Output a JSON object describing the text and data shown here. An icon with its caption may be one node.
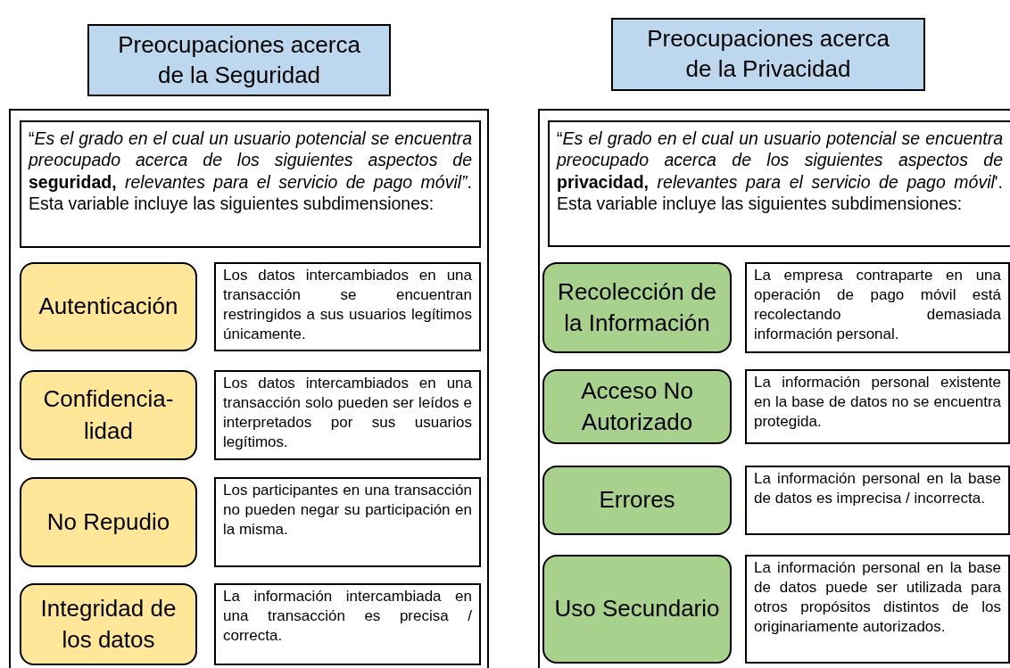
{
  "diagram": {
    "nodes": [
      {
        "text": [
          "Preocupaciones acerca de la Seguridad"
        ]
      },
      {
        "text": [],
        "shape": "box"
      },
      {
        "text": [
          "“*Es el grado en el cual un usuario potencial se encuentra preocupado acerca de los siguientes aspectos de* **seguridad,** *relevantes para el servicio de pago móvil”*. Esta variable incluye las siguientes subdimensiones:"
        ],
        "in": 1
      },
      {
        "text": [
          "Autenticación"
        ],
        "in": 1
      },
      {
        "text": [
          "Los datos intercambiados en una transacción se encuentran restringidos a sus usuarios legítimos únicamente."
        ],
        "in": 1
      },
      {
        "text": [
          "Confidencia- lidad"
        ],
        "in": 1
      },
      {
        "text": [
          "Los datos intercambiados en una transacción solo pueden ser leídos e interpretados por sus usuarios legítimos."
        ],
        "in": 1
      },
      {
        "text": [
          "No Repudio"
        ],
        "in": 1
      },
      {
        "text": [
          "Los participantes en una transacción no pueden negar su participación en la misma."
        ],
        "in": 1
      },
      {
        "text": [
          "Integridad de los datos"
        ],
        "in": 1
      },
      {
        "text": [
          "La información intercambiada en una transacción es precisa / correcta."
        ],
        "in": 1
      },
      {
        "text": [
          "Preocupaciones acerca de la Privacidad"
        ]
      },
      {
        "text": [],
        "shape": "box"
      },
      {
        "text": [
          "“*Es el grado en el cual un usuario potencial se encuentra preocupado acerca de los siguientes aspectos de* **privacidad,** *relevantes para el servicio de pago móvil*'. Esta variable incluye las siguientes subdimensiones:"
        ],
        "in": 12
      },
      {
        "text": [
          "Recolección de la Información"
        ],
        "in": 12
      },
      {
        "text": [
          "La empresa contraparte en una operación de pago móvil está recolectando demasiada información personal."
        ],
        "in": 12
      },
      {
        "text": [
          "Acceso No Autorizado"
        ],
        "in": 12
      },
      {
        "text": [
          "La información personal existente en la base de datos no se encuentra protegida."
        ],
        "in": 12
      },
      {
        "text": [
          "Errores"
        ],
        "in": 12
      },
      {
        "text": [
          "La información personal en la base de datos es imprecisa / incorrecta."
        ],
        "in": 12
      },
      {
        "text": [
          "Uso Secundario"
        ],
        "in": 12
      },
      {
        "text": [
          "La información personal en la base de datos puede ser utilizada para otros propósitos distintos de los originariamente autorizados."
        ],
        "in": 12
      }
    ]
  }
}
